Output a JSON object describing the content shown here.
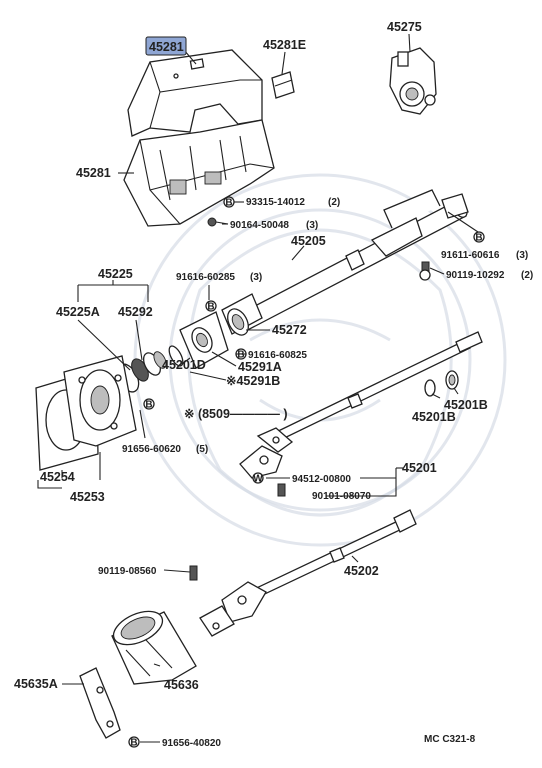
{
  "parts": {
    "p45281_top": "45281",
    "p45281e": "45281E",
    "p45275": "45275",
    "p45281": "45281",
    "p93315": "93315-14012",
    "p93315_qty": "(2)",
    "p90164": "90164-50048",
    "p90164_qty": "(3)",
    "p45205": "45205",
    "p91611": "91611-60616",
    "p91611_qty": "(3)",
    "p90119_10292": "90119-10292",
    "p90119_10292_qty": "(2)",
    "p45225": "45225",
    "p91616_60285": "91616-60285",
    "p91616_60285_qty": "(3)",
    "p45225a": "45225A",
    "p45292": "45292",
    "p45272": "45272",
    "p91616_60825": "91616-60825",
    "p45291a": "45291A",
    "p45201d": "45201D",
    "p45291b": "※45291B",
    "p45201b_a": "45201B",
    "p45201b_b": "45201B",
    "p8509": "※ (8509————  )",
    "p91656_60620": "91656-60620",
    "p91656_60620_qty": "(5)",
    "p45201": "45201",
    "p94512": "94512-00800",
    "p90101": "90101-08070",
    "p45254": "45254",
    "p45253": "45253",
    "p45202": "45202",
    "p90119_08560": "90119-08560",
    "p45635a": "45635A",
    "p45636": "45636",
    "p91656_40820": "91656-40820",
    "ref": "MC C321-8"
  },
  "markers": {
    "bolt_letter": "B",
    "washer_letter": "W"
  },
  "colors": {
    "line": "#222222",
    "highlight": "#8fa6d4",
    "watermark": "#d6dbe6"
  }
}
